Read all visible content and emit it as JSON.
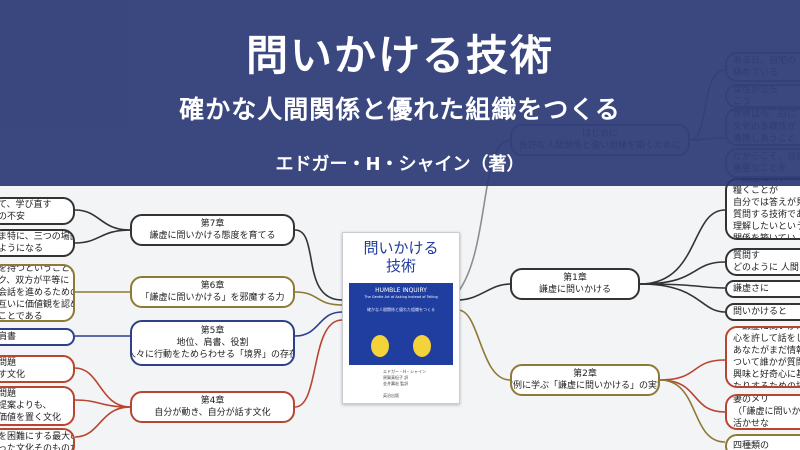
{
  "header": {
    "title": "問いかける技術",
    "subtitle": "確かな人間関係と優れた組織をつくる",
    "author": "エドガー・H・シャイン（著）"
  },
  "book": {
    "title_lines": [
      "問いかける",
      "技術"
    ],
    "english_lines": [
      "HUMBLE INQUIRY",
      "The Gentle Art of Asking Instead of Telling"
    ],
    "band_subtitle": "確かな人間関係と優れた組織をつくる",
    "author_lines": [
      "エドガー・H・シャイン",
      "原賀真紀子 訳",
      "金井壽宏 監訳"
    ],
    "publisher": "英治出版"
  },
  "nodes": {
    "ch7": [
      "第7章",
      "謙虚に問いかける態度を育てる"
    ],
    "ch6": [
      "第6章",
      "「謙虚に問いかける」を邪魔する力"
    ],
    "ch5": [
      "第5章",
      "地位、肩書、役割",
      "人々に行動をためらわせる「境界」の存在"
    ],
    "ch4": [
      "第4章",
      "自分が動き、自分が話す文化"
    ],
    "intro": [
      "はじめに",
      "良好な人間関係と強い組織を築くために"
    ],
    "ch1": [
      "第1章",
      "謙虚に問いかける"
    ],
    "ch2": [
      "第2章",
      "実例に学ぶ「謙虚に問いかける」の実践"
    ],
    "l1": [
      "て、学び直す",
      "の不安"
    ],
    "l2": [
      "ま特に、三つの場面で",
      "ようになる"
    ],
    "l3": [
      "を持つということは、",
      "ク、双方が平等に",
      "会話を進めるための",
      "互いに価値観を認める",
      "ことである"
    ],
    "l4": [
      "肩書"
    ],
    "l5": [
      "問題",
      "す文化"
    ],
    "l6": [
      "問題",
      "提案よりも、",
      "価値を置く文化"
    ],
    "l7": [
      "を困難にする最大の要",
      "った文化そのものだ"
    ],
    "r1": [
      "ある日、自宅の",
      "眺めている"
    ],
    "r2": [
      "女性が立ち",
      "こう"
    ],
    "r3": [
      "世界は今、日に",
      "文化の多様性が",
      "連携しあうこと"
    ],
    "r4": [
      "だからこそ、良好",
      "重要なことを"
    ],
    "r5": [
      "「謙虚に問い",
      "糧くことが",
      "自分では答えが見",
      "質問する技術であ",
      "理解したいという",
      "関係を築いてい"
    ],
    "r6": [
      "質問す",
      "どのように 人間"
    ],
    "r7": [
      "謙虚さに"
    ],
    "r8": [
      "問いかけると"
    ],
    "r9": [
      "「謙虚に問いかけ",
      "心を許して話をして",
      "あなたがまだ情報",
      "ついて誰かが質問し",
      "興味と好奇心に基",
      "たりするための技"
    ],
    "r10": [
      "妻のメリ",
      "（「謙虚に問いか",
      "活かせな"
    ],
    "r11": [
      "四種類の"
    ]
  }
}
